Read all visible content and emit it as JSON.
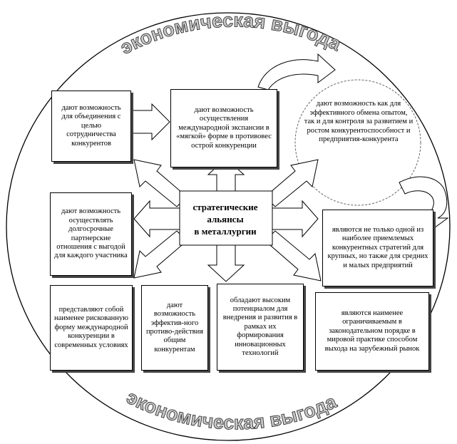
{
  "top_title": "экономическая выгода",
  "bottom_title": "экономическая выгода",
  "center": {
    "line1": "стратегические",
    "line2": "альянсы",
    "line3": "в металлургии"
  },
  "boxes": {
    "top_left": "дают возможность для объединения с целью сотрудничества конкурентов",
    "top_center": "дают возможность осуществления международной экспансии в «мягкой» форме в противовес острой конкуренции",
    "circle": "дают возможность как для эффективного обмена опытом, так и для контроля за развитием и ростом конкурентоспособност и предприятия-конкурента",
    "middle_left": "дают возможность осуществлять долгосрочные партнерские отношения с выгодой для каждого участника",
    "middle_right": "являются не только одной из наиболее приемлемых конкурентных стратегий для крупных, но также для средних и малых предприятий",
    "bottom_1": "представляют собой наименее рискованную форму международной конкуренции в современных условиях",
    "bottom_2": "дают возможность эффектив-ного противо-действия общим конкурентам",
    "bottom_3": "обладают высоким потенциалом для внедрения и развития в рамках их формирования инновационных технологий",
    "bottom_4": "являются наименее ограничиваемым в законодательном порядке в мировой практике способом выхода на зарубежный рынок"
  }
}
